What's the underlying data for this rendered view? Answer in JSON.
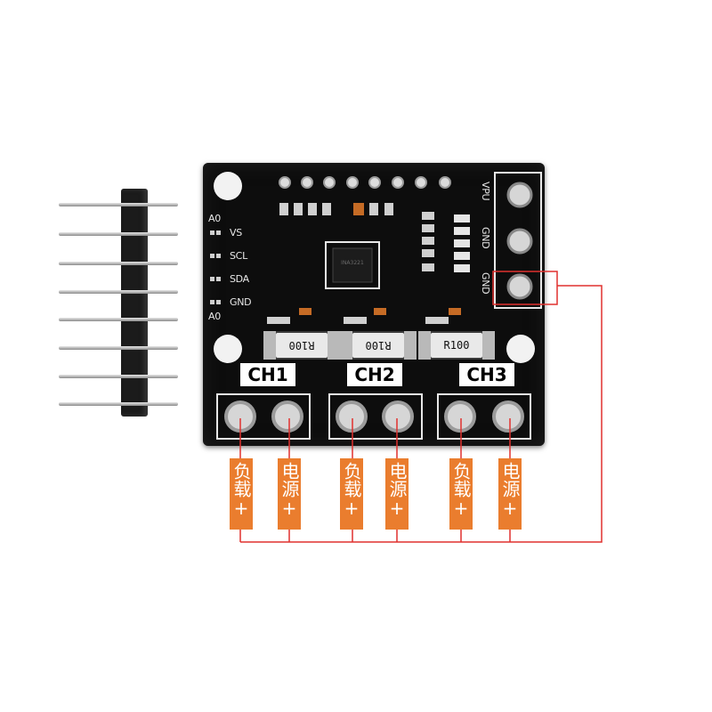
{
  "board": {
    "side_labels": [
      "A0",
      "VS",
      "SCL",
      "SDA",
      "GND",
      "A0"
    ],
    "right_labels": [
      "VPU",
      "GND",
      "GND"
    ],
    "chip_text": "INA3221",
    "resistor_labels": [
      "R100",
      "R100",
      "R100"
    ],
    "channels": [
      "CH1",
      "CH2",
      "CH3"
    ]
  },
  "terminal_labels": [
    {
      "text": "负载",
      "sign": "+"
    },
    {
      "text": "电源",
      "sign": "+"
    },
    {
      "text": "负载",
      "sign": "+"
    },
    {
      "text": "电源",
      "sign": "+"
    },
    {
      "text": "负载",
      "sign": "+"
    },
    {
      "text": "电源",
      "sign": "+"
    }
  ],
  "colors": {
    "pcb": "#0d0d0d",
    "label_orange": "#ea7d2e",
    "wire_red": "#e0312e"
  }
}
